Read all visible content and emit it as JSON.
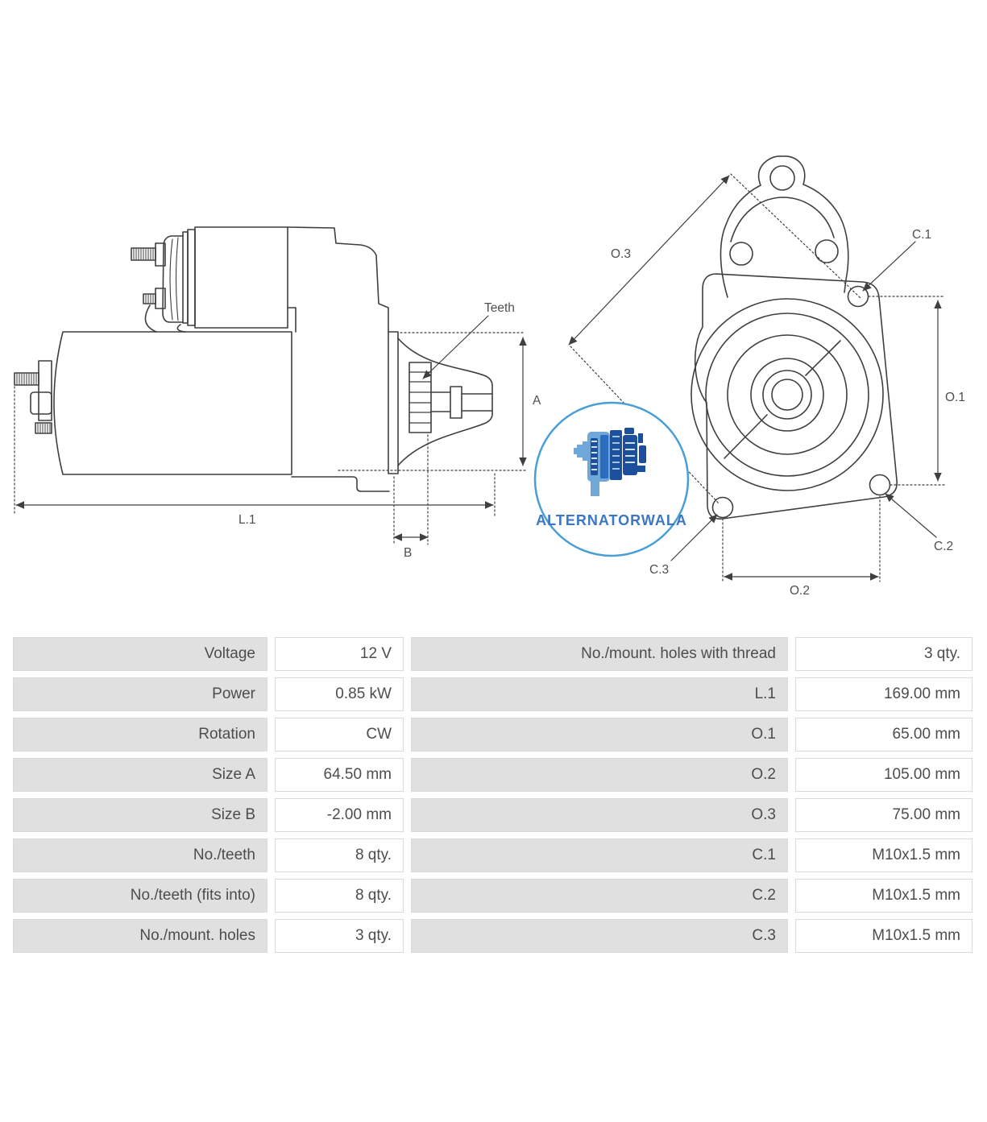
{
  "diagram": {
    "side_view_labels": {
      "teeth": "Teeth",
      "a": "A",
      "l1": "L.1",
      "b": "B"
    },
    "front_view_labels": {
      "o3": "O.3",
      "c1": "C.1",
      "o1": "O.1",
      "c2": "C.2",
      "c3": "C.3",
      "o2": "O.2"
    },
    "logo": {
      "text": "ALTERNATORWALA",
      "border_color": "#4a9ed6",
      "text_color": "#3b77c4"
    }
  },
  "colors": {
    "line": "#3f3f3f",
    "dim_text": "#4f4f4f",
    "table_label_bg": "#e0e0e0",
    "table_value_bg": "#ffffff",
    "table_text": "#4d4d4d",
    "logo_light_blue": "#6fa8d8",
    "logo_mid_blue": "#2e6cbd",
    "logo_dark_blue": "#1c4f9c"
  },
  "table": {
    "left_rows": [
      {
        "label": "Voltage",
        "value": "12 V"
      },
      {
        "label": "Power",
        "value": "0.85 kW"
      },
      {
        "label": "Rotation",
        "value": "CW"
      },
      {
        "label": "Size A",
        "value": "64.50 mm"
      },
      {
        "label": "Size B",
        "value": "-2.00 mm"
      },
      {
        "label": "No./teeth",
        "value": "8 qty."
      },
      {
        "label": "No./teeth (fits into)",
        "value": "8 qty."
      },
      {
        "label": "No./mount. holes",
        "value": "3 qty."
      }
    ],
    "right_rows": [
      {
        "label": "No./mount. holes with thread",
        "value": "3 qty."
      },
      {
        "label": "L.1",
        "value": "169.00 mm"
      },
      {
        "label": "O.1",
        "value": "65.00 mm"
      },
      {
        "label": "O.2",
        "value": "105.00 mm"
      },
      {
        "label": "O.3",
        "value": "75.00 mm"
      },
      {
        "label": "C.1",
        "value": "M10x1.5 mm"
      },
      {
        "label": "C.2",
        "value": "M10x1.5 mm"
      },
      {
        "label": "C.3",
        "value": "M10x1.5 mm"
      }
    ]
  }
}
